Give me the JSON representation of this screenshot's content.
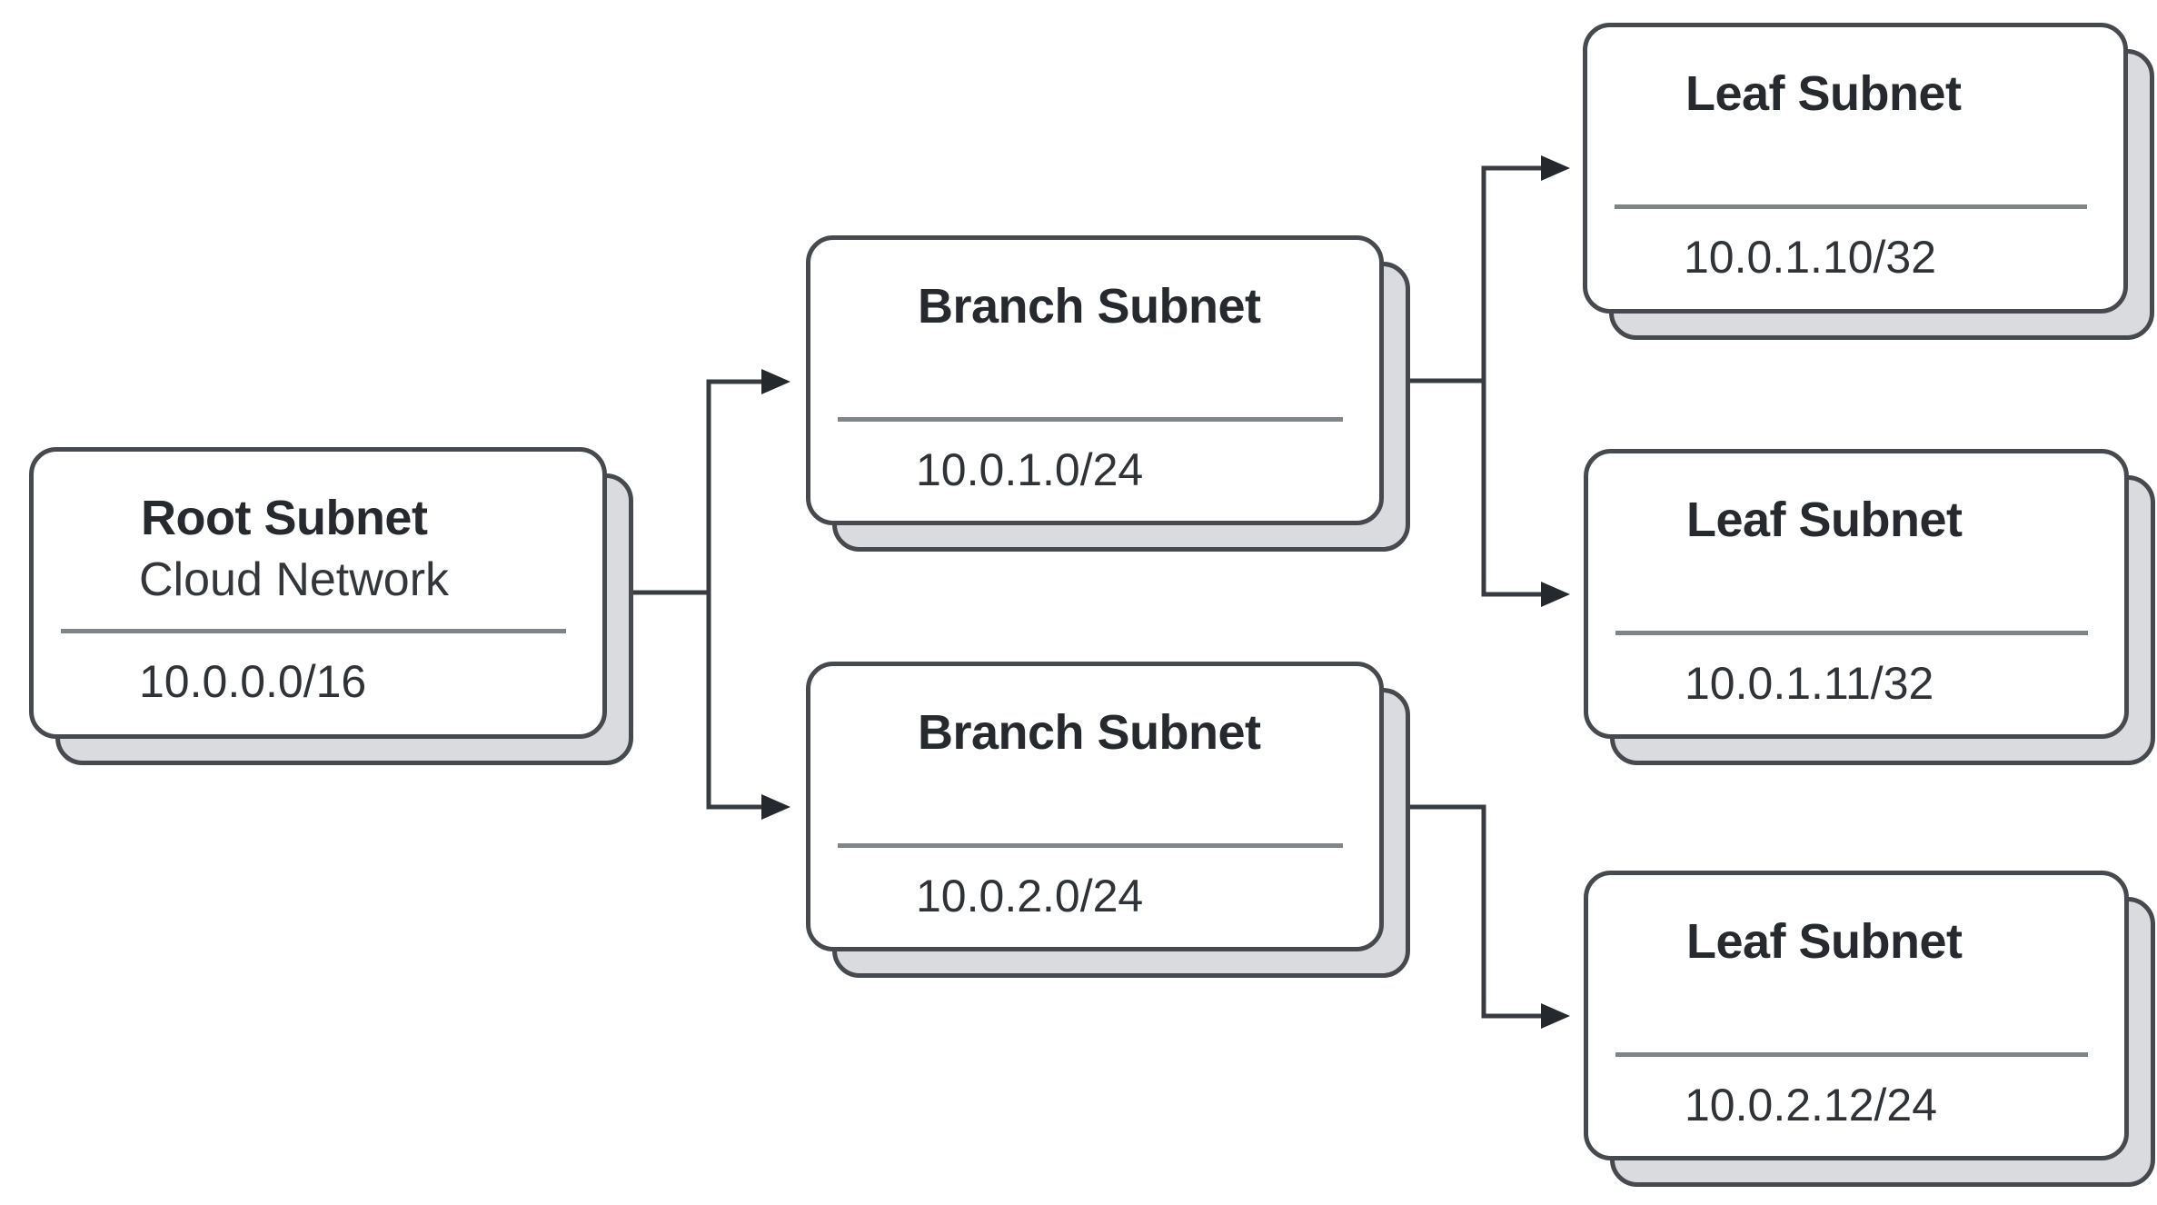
{
  "diagram": {
    "kind": "subnet-hierarchy-tree",
    "background": "#ffffff",
    "colors": {
      "card_fill": "#ffffff",
      "card_border": "#46494d",
      "card_shadow_fill": "#d9dbde",
      "divider": "#7f8487",
      "connector": "#383c40",
      "arrowhead": "#25282c",
      "title_text": "#26292d",
      "body_text": "#2f3337"
    },
    "nodes": [
      {
        "id": "root",
        "title": "Root Subnet",
        "subtitle": "Cloud Network",
        "cidr": "10.0.0.0/16"
      },
      {
        "id": "branch1",
        "title": "Branch Subnet",
        "cidr": "10.0.1.0/24"
      },
      {
        "id": "branch2",
        "title": "Branch Subnet",
        "cidr": "10.0.2.0/24"
      },
      {
        "id": "leaf1",
        "title": "Leaf Subnet",
        "cidr": "10.0.1.10/32"
      },
      {
        "id": "leaf2",
        "title": "Leaf Subnet",
        "cidr": "10.0.1.11/32"
      },
      {
        "id": "leaf3",
        "title": "Leaf Subnet",
        "cidr": "10.0.2.12/24"
      }
    ],
    "edges": [
      {
        "from": "root",
        "to": "branch1"
      },
      {
        "from": "root",
        "to": "branch2"
      },
      {
        "from": "branch1",
        "to": "leaf1"
      },
      {
        "from": "branch1",
        "to": "leaf2"
      },
      {
        "from": "branch2",
        "to": "leaf3"
      }
    ]
  }
}
